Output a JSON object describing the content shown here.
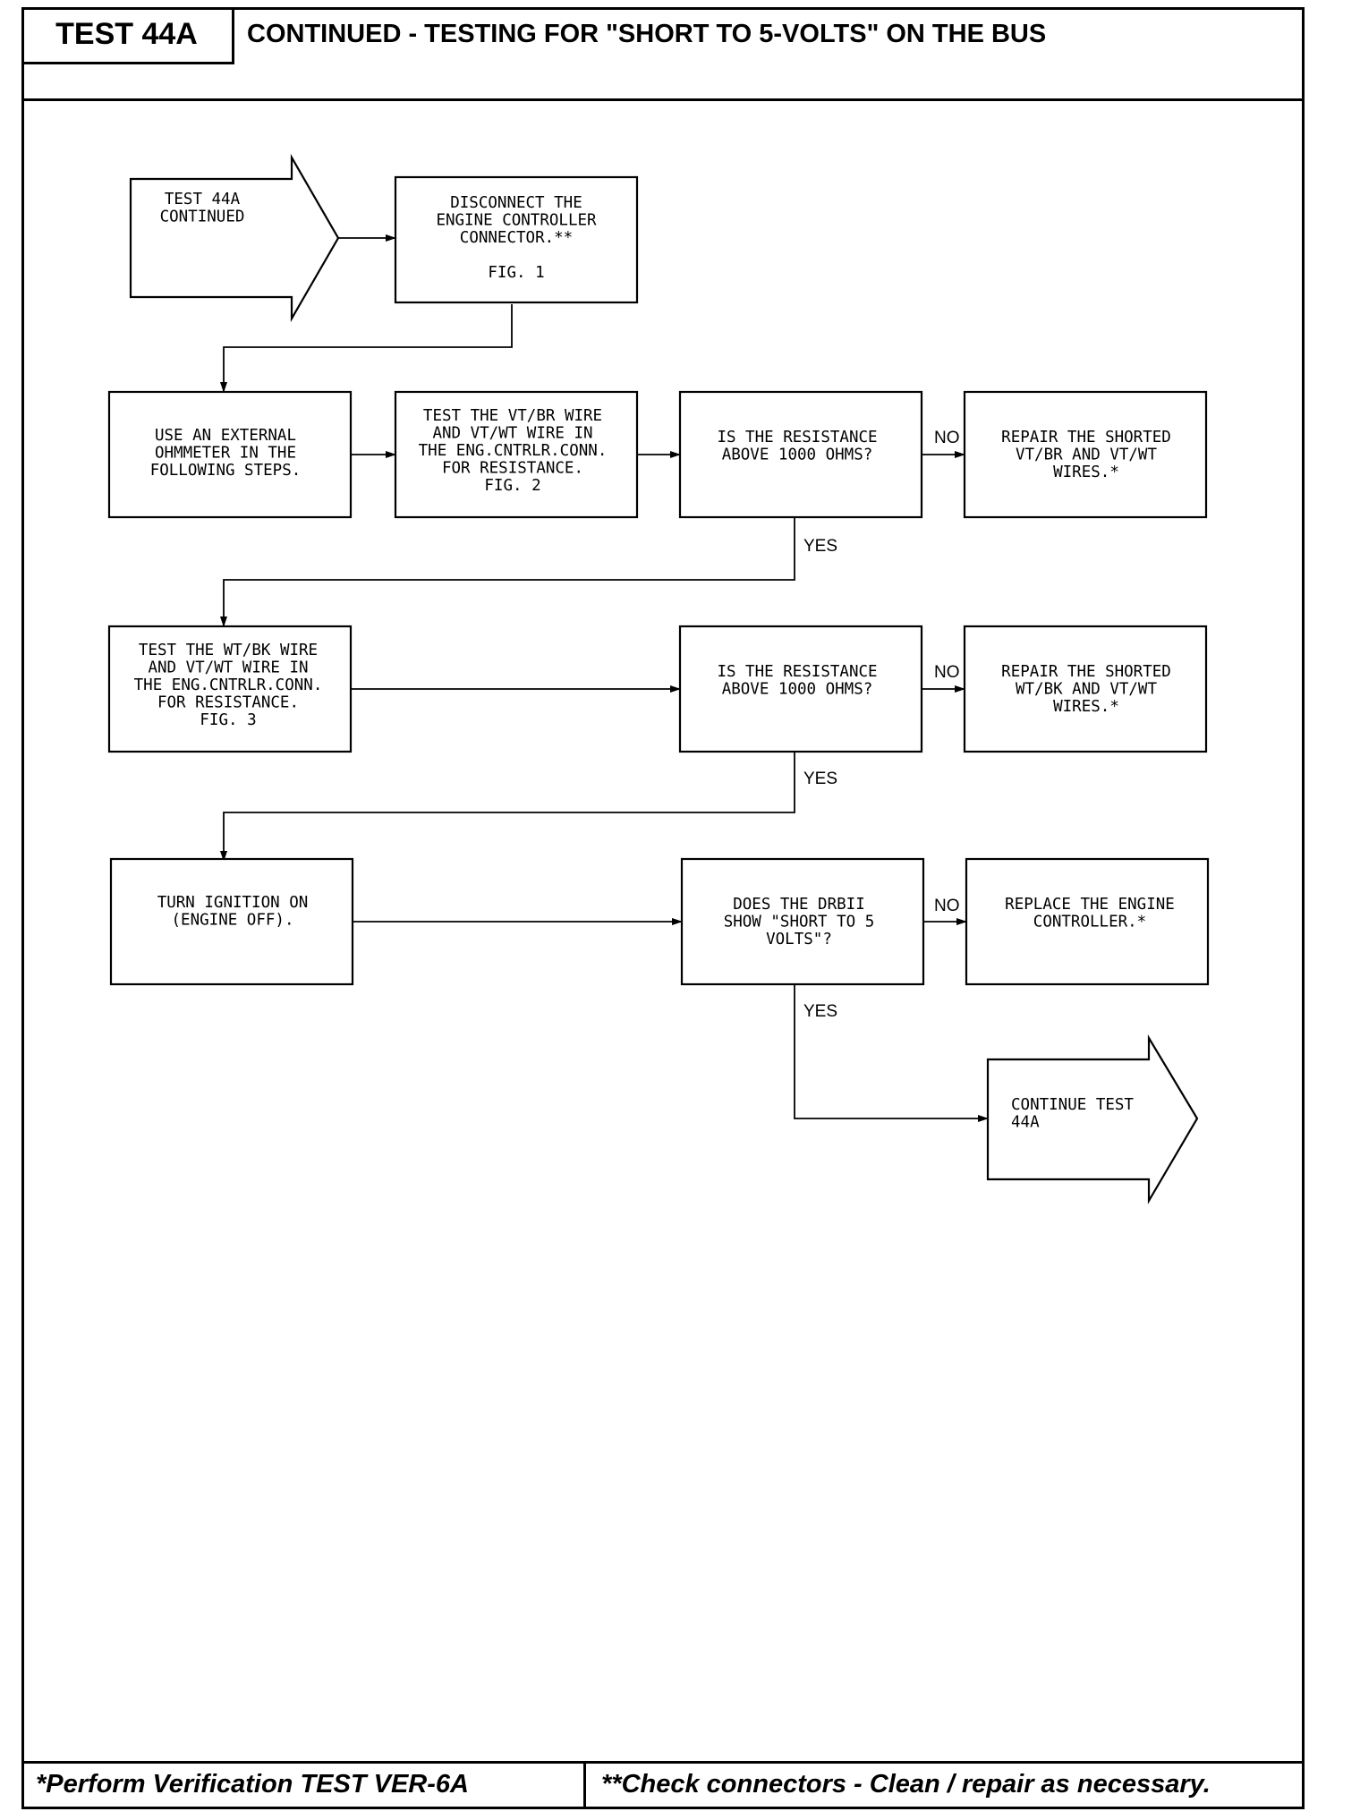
{
  "header": {
    "test_id": "TEST 44A",
    "title": "CONTINUED - TESTING FOR \"SHORT TO 5-VOLTS\" ON THE BUS"
  },
  "footer": {
    "left_note": "*Perform Verification TEST VER-6A",
    "right_note": "**Check connectors - Clean / repair as necessary."
  },
  "flow": {
    "nodes": {
      "start": {
        "lines": [
          "TEST 44A",
          "CONTINUED"
        ]
      },
      "disconnect": {
        "lines": [
          "DISCONNECT THE",
          "ENGINE CONTROLLER",
          "CONNECTOR.**",
          "",
          "FIG. 1"
        ]
      },
      "ohmmeter": {
        "lines": [
          "USE AN EXTERNAL",
          "OHMMETER IN THE",
          "FOLLOWING STEPS."
        ]
      },
      "test_vtbr": {
        "lines": [
          "TEST THE VT/BR WIRE",
          "AND VT/WT WIRE IN",
          "THE ENG.CNTRLR.CONN.",
          "FOR RESISTANCE.",
          "FIG. 2"
        ]
      },
      "q1": {
        "lines": [
          "IS THE RESISTANCE",
          "ABOVE 1000 OHMS?"
        ]
      },
      "repair1": {
        "lines": [
          "REPAIR THE SHORTED",
          "VT/BR AND VT/WT",
          "WIRES.*"
        ]
      },
      "test_wtbk": {
        "lines": [
          "TEST THE WT/BK WIRE",
          "AND VT/WT WIRE IN",
          "THE ENG.CNTRLR.CONN.",
          "FOR RESISTANCE.",
          "FIG. 3"
        ]
      },
      "q2": {
        "lines": [
          "IS THE RESISTANCE",
          "ABOVE 1000 OHMS?"
        ]
      },
      "repair2": {
        "lines": [
          "REPAIR THE SHORTED",
          "WT/BK AND VT/WT",
          "WIRES.*"
        ]
      },
      "ignition": {
        "lines": [
          "TURN IGNITION ON",
          "(ENGINE OFF)."
        ]
      },
      "q3": {
        "lines": [
          "DOES THE DRBII",
          "SHOW \"SHORT TO 5",
          "VOLTS\"?"
        ]
      },
      "replace": {
        "lines": [
          "REPLACE THE ENGINE",
          "CONTROLLER.*"
        ]
      },
      "end": {
        "lines": [
          "CONTINUE TEST",
          "44A"
        ]
      }
    },
    "edge_labels": {
      "no": "NO",
      "yes": "YES"
    }
  }
}
